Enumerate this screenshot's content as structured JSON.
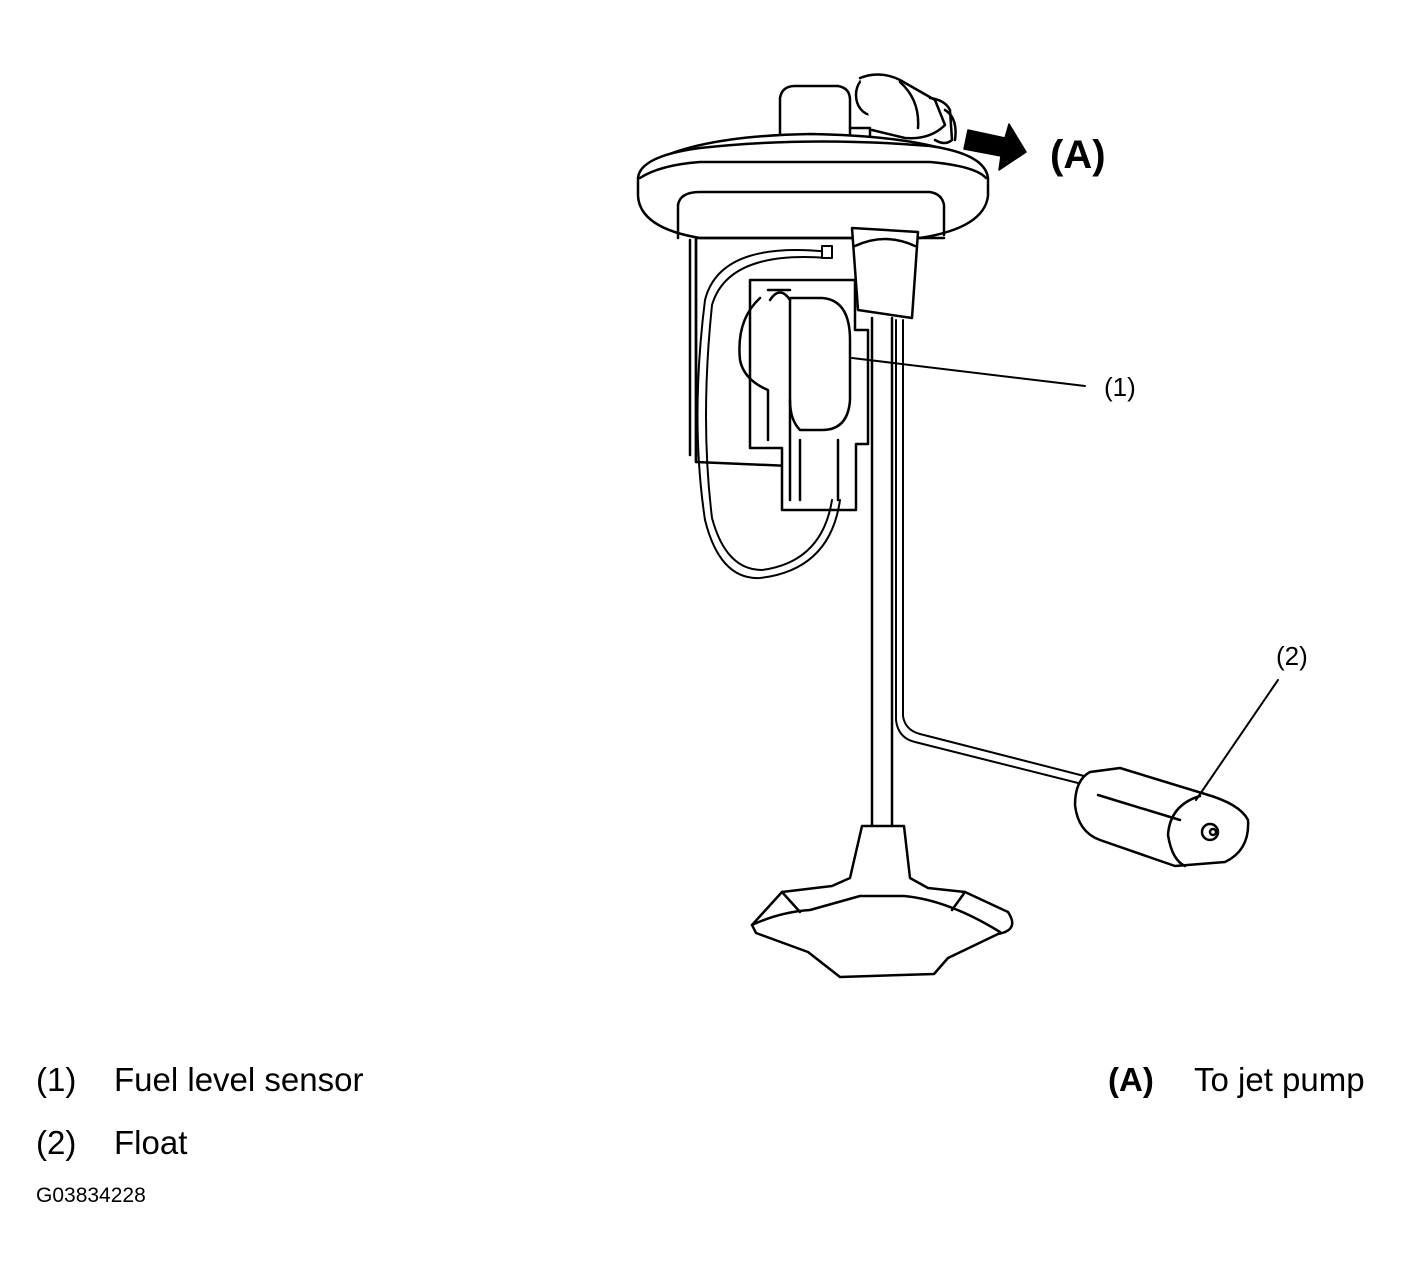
{
  "callouts": {
    "c1": "(1)",
    "c2": "(2)",
    "arrow_a": "(A)"
  },
  "legend": {
    "items": [
      {
        "num": "(1)",
        "label": "Fuel level sensor"
      },
      {
        "num": "(2)",
        "label": "Float"
      }
    ],
    "arrow_item": {
      "num": "(A)",
      "label": "To jet pump"
    }
  },
  "figure_code": "G03834228"
}
